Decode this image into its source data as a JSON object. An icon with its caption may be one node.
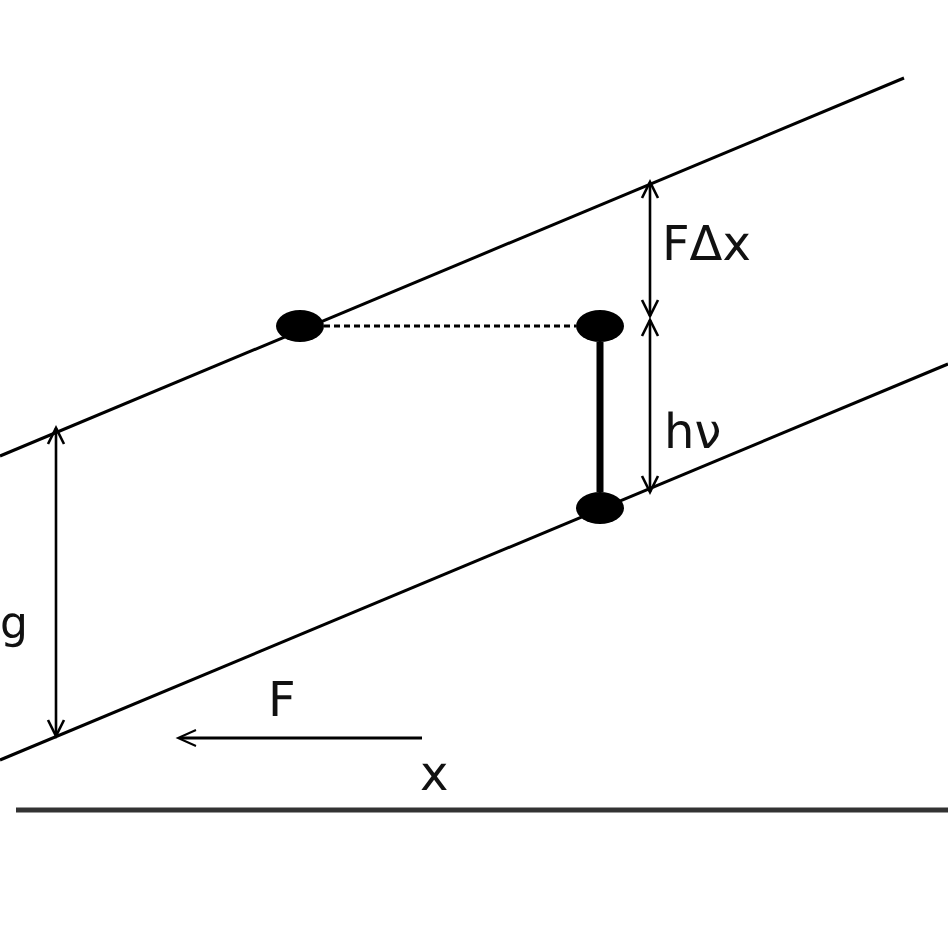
{
  "diagram": {
    "nodes": [
      {
        "text": [],
        "shape": "circle"
      },
      {
        "text": [],
        "shape": "circle"
      },
      {
        "text": [],
        "shape": "circle"
      }
    ],
    "edges": [
      {
        "from": 0,
        "to": 1,
        "arrow": "none",
        "style": "dashed"
      },
      {
        "from": 1,
        "to": 2,
        "arrow": "none",
        "style": "thick"
      }
    ],
    "labels": [
      "FΔx",
      "hν",
      "g",
      "F",
      "x"
    ]
  }
}
